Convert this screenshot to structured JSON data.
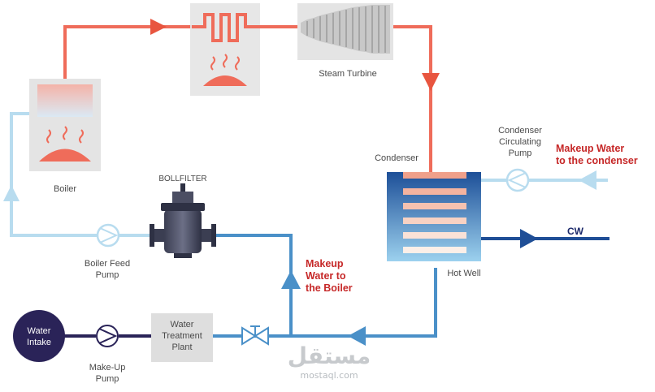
{
  "labels": {
    "steam_turbine": "Steam Turbine",
    "boiler": "Boiler",
    "bollfilter": "BOLLFILTER",
    "condenser": "Condenser",
    "condenser_pump": [
      "Condenser",
      "Circulating",
      "Pump"
    ],
    "makeup_condenser": [
      "Makeup Water",
      "to the condenser"
    ],
    "cw": "CW",
    "boiler_feed_pump": [
      "Boiler Feed",
      "Pump"
    ],
    "makeup_boiler": [
      "Makeup",
      "Water to",
      "the Boiler"
    ],
    "hot_well": "Hot Well",
    "water_intake": [
      "Water",
      "Intake"
    ],
    "makeup_pump": [
      "Make-Up",
      "Pump"
    ],
    "water_treatment": [
      "Water",
      "Treatment",
      "Plant"
    ]
  },
  "watermark": {
    "arabic": "مستقل",
    "site": "mostaql.com"
  },
  "colors": {
    "steam": "#ef6c5a",
    "steam_dark": "#e8553f",
    "feed_light": "#b8dcef",
    "water_blue": "#4a90c8",
    "cw_dark": "#1f4e96",
    "intake_dark": "#2a2358",
    "equipment_grey": "#e4e4e4",
    "makeup_red": "#c62828"
  }
}
